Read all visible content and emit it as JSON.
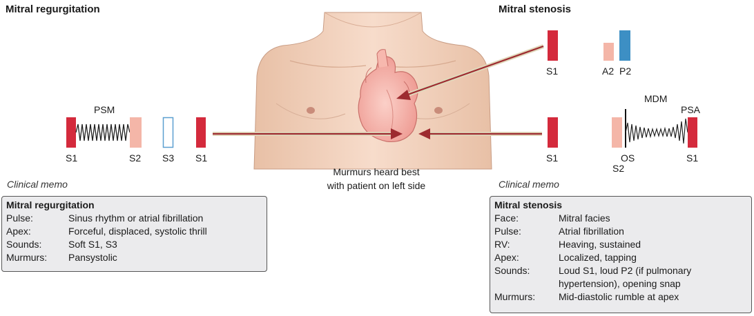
{
  "left": {
    "title": "Mitral regurgitation",
    "murmur_label": "PSM",
    "sounds": [
      "S1",
      "S2",
      "S3",
      "S1"
    ],
    "memo_heading": "Clinical memo",
    "memo": {
      "title": "Mitral regurgitation",
      "rows": [
        {
          "key": "Pulse:",
          "value": "Sinus rhythm or atrial fibrillation"
        },
        {
          "key": "Apex:",
          "value": "Forceful, displaced, systolic thrill"
        },
        {
          "key": "Sounds:",
          "value": "Soft S1, S3"
        },
        {
          "key": "Murmurs:",
          "value": "Pansystolic"
        }
      ]
    }
  },
  "right": {
    "title": "Mitral stenosis",
    "top_sounds": [
      "S1",
      "A2",
      "P2"
    ],
    "bottom_sounds": [
      "S1",
      "OS",
      "S2",
      "S1"
    ],
    "murmur_label": "MDM",
    "presystolic_label": "PSA",
    "memo_heading": "Clinical memo",
    "memo": {
      "title": "Mitral stenosis",
      "rows": [
        {
          "key": "Face:",
          "value": "Mitral facies"
        },
        {
          "key": "Pulse:",
          "value": "Atrial fibrillation"
        },
        {
          "key": "RV:",
          "value": "Heaving, sustained"
        },
        {
          "key": "Apex:",
          "value": "Localized, tapping"
        },
        {
          "key": "Sounds:",
          "value": "Loud S1, loud P2 (if pulmonary hypertension), opening snap"
        },
        {
          "key": "Murmurs:",
          "value": "Mid-diastolic rumble at apex"
        }
      ]
    }
  },
  "caption": {
    "line1": "Murmurs heard best",
    "line2": "with patient on left side"
  },
  "colors": {
    "s1_red": "#d42a3c",
    "s2_pink": "#f4b6a8",
    "p2_blue": "#3d8fc4",
    "s3_outline": "#5b9fd0",
    "skin": "#f2d2bd",
    "heart": "#f6b3ab",
    "arrow": "#9d2b30",
    "memo_bg": "#ebebed"
  }
}
